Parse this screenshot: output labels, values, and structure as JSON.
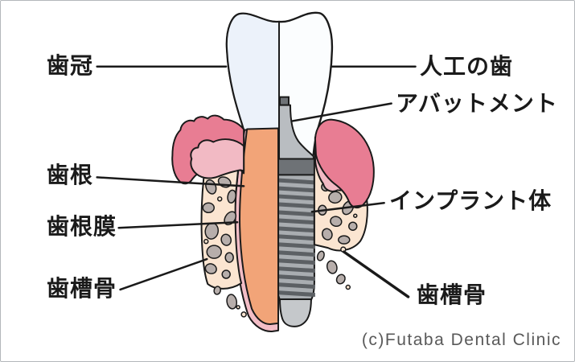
{
  "diagram": {
    "title": "tooth-vs-implant-anatomy",
    "left_labels": [
      {
        "id": "crown",
        "label": "歯冠"
      },
      {
        "id": "root",
        "label": "歯根"
      },
      {
        "id": "periodontal-membrane",
        "label": "歯根膜"
      },
      {
        "id": "alveolar-bone-left",
        "label": "歯槽骨"
      }
    ],
    "right_labels": [
      {
        "id": "artificial-tooth",
        "label": "人工の歯"
      },
      {
        "id": "abutment",
        "label": "アバットメント"
      },
      {
        "id": "implant-body",
        "label": "インプラント体"
      },
      {
        "id": "alveolar-bone-right",
        "label": "歯槽骨"
      }
    ],
    "credit": "(c)Futaba Dental Clinic",
    "colors": {
      "crown_natural": "#ecf2fa",
      "crown_artificial": "#fbfdfe",
      "root": "#f2a478",
      "periodontal_membrane": "#f3bdc6",
      "gum_outer": "#e87d93",
      "gum_inner": "#f2bac4",
      "bone": "#fbe5d1",
      "bone_spots": "#b7aeab",
      "metal_light": "#b9bdc1",
      "metal_body": "#a9adb1",
      "metal_dark": "#6e7276",
      "thread_dark": "#5c6064",
      "outline": "#1a1a1a",
      "credit_text": "#595959",
      "frame_border": "#b3b7ba"
    }
  }
}
